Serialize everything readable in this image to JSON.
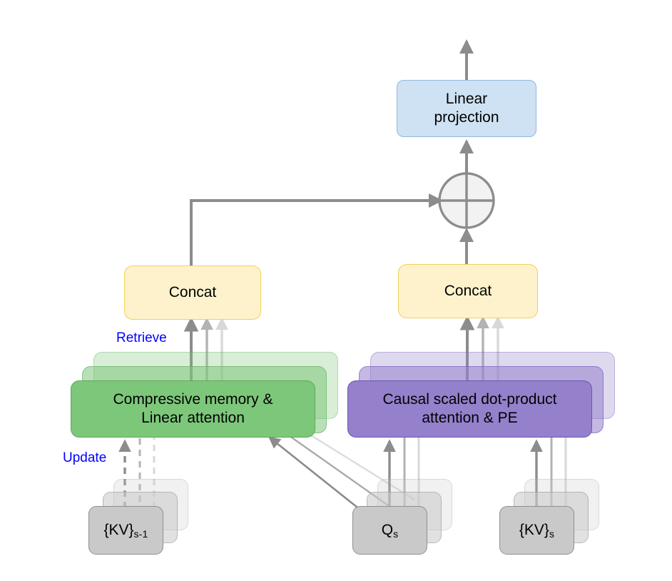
{
  "figure": {
    "title": "Infini-attention block diagram",
    "background": "#ffffff"
  },
  "colors": {
    "blue_fill": "#cfe2f3",
    "blue_stroke": "#8fb8dd",
    "yellow_fill": "#fdf2cc",
    "yellow_stroke": "#f5cf5b",
    "green_fill": "#7dc77a",
    "green_stroke": "#5fa65d",
    "purple_fill": "#9580cc",
    "purple_stroke": "#6f53b5",
    "gray_fill": "#c9c9c9",
    "gray_stroke": "#8f8f8f",
    "arrow": "#8c8c8c",
    "label_blue": "#0000ff"
  },
  "nodes": {
    "linear_projection": {
      "label": "Linear\nprojection",
      "line1": "Linear",
      "line2": "projection"
    },
    "concat_left": {
      "label": "Concat"
    },
    "concat_right": {
      "label": "Concat"
    },
    "compressive_memory": {
      "line1": "Compressive memory &",
      "line2": "Linear attention"
    },
    "causal_attention": {
      "line1": "Causal scaled dot-product",
      "line2": "attention & PE"
    },
    "kv_prev": {
      "base": "{KV}",
      "subscript": "s-1"
    },
    "q_s": {
      "base": "Q",
      "subscript": "s"
    },
    "kv_s": {
      "base": "{KV}",
      "subscript": "s"
    },
    "sum_node": {
      "label": "⊕",
      "kind": "circle-plus"
    }
  },
  "annotations": [
    {
      "name": "retrieve",
      "label": "Retrieve",
      "color": "#0000ff"
    },
    {
      "name": "update",
      "label": "Update",
      "color": "#0000ff"
    }
  ],
  "edges": [
    {
      "from": "compressive_memory",
      "to": "concat_left",
      "style": "solid",
      "count": 3
    },
    {
      "from": "causal_attention",
      "to": "concat_right",
      "style": "solid",
      "count": 3
    },
    {
      "from": "concat_left",
      "to": "sum_node",
      "style": "solid",
      "route": "elbow"
    },
    {
      "from": "concat_right",
      "to": "sum_node",
      "style": "solid",
      "route": "straight"
    },
    {
      "from": "sum_node",
      "to": "linear_projection",
      "style": "solid"
    },
    {
      "from": "linear_projection",
      "to": "output",
      "style": "solid"
    },
    {
      "from": "kv_prev",
      "to": "compressive_memory",
      "style": "dashed",
      "count": 3,
      "label": "Update"
    },
    {
      "from": "q_s",
      "to": "compressive_memory",
      "style": "solid",
      "count": 3,
      "route": "diagonal"
    },
    {
      "from": "q_s",
      "to": "causal_attention",
      "style": "solid",
      "count": 3
    },
    {
      "from": "kv_s",
      "to": "causal_attention",
      "style": "solid",
      "count": 3
    }
  ]
}
